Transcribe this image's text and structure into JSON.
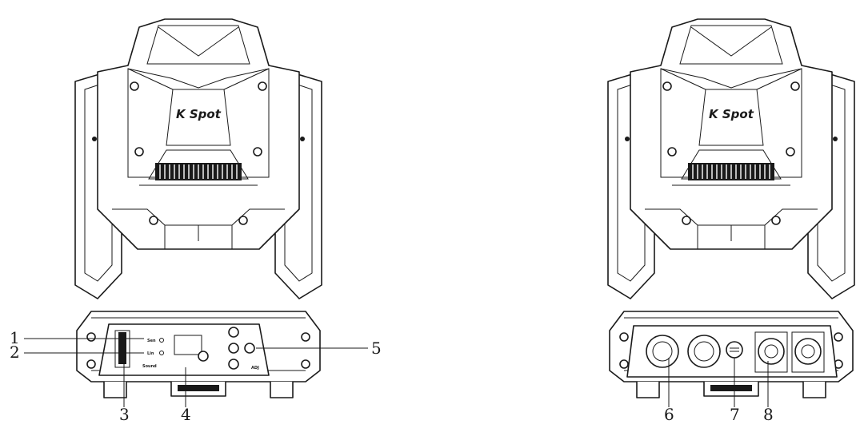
{
  "front_view": {
    "logo_text": "K Spot",
    "panel_labels": [
      "Sen",
      "Lin",
      "Sound"
    ],
    "brand_mark": "ADJ"
  },
  "rear_view": {
    "logo_text": "K Spot"
  },
  "callouts": [
    "1",
    "2",
    "3",
    "4",
    "5",
    "6",
    "7",
    "8"
  ]
}
